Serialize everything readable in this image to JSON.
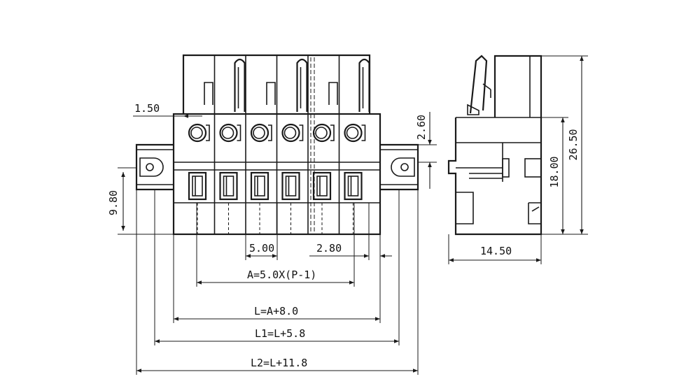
{
  "diagram": {
    "stroke_color": "#1a1a1a",
    "background": "#ffffff",
    "pole_count": 6,
    "dimensions": {
      "pin_offset": "1.50",
      "height_9_80": "9.80",
      "pitch": "5.00",
      "gap": "2.80",
      "a_formula": "A=5.0X(P-1)",
      "l_formula": "L=A+8.0",
      "l1_formula": "L1=L+5.8",
      "l2_formula": "L2=L+11.8",
      "top_offset": "2.60",
      "side_width": "14.50",
      "side_height_18": "18.00",
      "side_height_26": "26.50"
    }
  }
}
